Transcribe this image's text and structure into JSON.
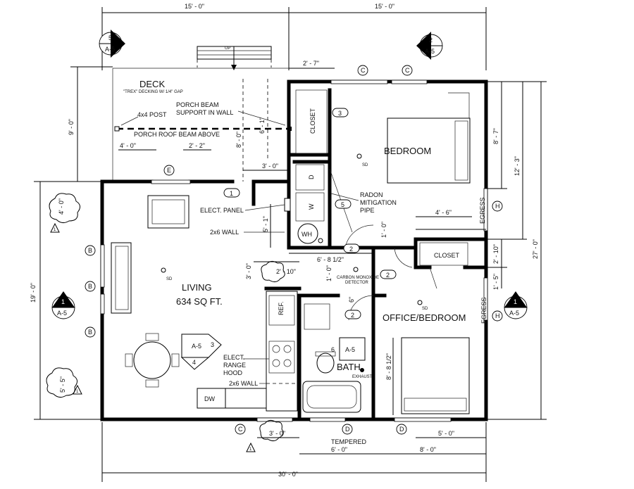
{
  "dimensions": {
    "top_left": "15' - 0\"",
    "top_right": "15' - 0\"",
    "bottom_total": "30' - 0\"",
    "left_total": "19' - 0\"",
    "left_deck": "9' - 0\"",
    "right_total": "27' - 0\"",
    "right_upper": "12' - 3\"",
    "right_bed": "8' - 7\"",
    "right_closet": "2' - 10\"",
    "right_egress_lower": "1' - 5\"",
    "deck_2_7": "2' - 7\"",
    "deck_6_1": "6' - 1\"",
    "deck_8_0": "8' - 0\"",
    "deck_4_0": "4' - 0\"",
    "deck_2_2": "2' - 2\"",
    "deck_3_0": "3' - 0\"",
    "tree_4_0": "4' - 0\"",
    "tree_5_5": "5' - 5\"",
    "elec_5_1": "5' - 1\"",
    "hall_6_8": "6' - 8 1/2\"",
    "hall_1_0a": "1' - 0\"",
    "hall_1_0b": "1' - 0\"",
    "kit_3_0": "3' - 0\"",
    "kit_2_10": "2' - 10\"",
    "bath_6": "6\"",
    "bed_4_6": "4' - 6\"",
    "office_8_8": "8' - 8 1/2\"",
    "bottom_3_0": "3' - 0\"",
    "bottom_6_0": "6' - 0\"",
    "bottom_5_0": "5' - 0\"",
    "bottom_8_0": "8' - 0\""
  },
  "rooms": {
    "deck": "DECK",
    "deck_note": "\"TREX\" DECKING W/ 1/4\" GAP",
    "bedroom": "BEDROOM",
    "living": "LIVING",
    "living_area": "634 SQ FT.",
    "office": "OFFICE/BEDROOM",
    "bath": "BATH",
    "closet_bed": "CLOSET",
    "closet_office": "CLOSET"
  },
  "notes": {
    "up": "UP",
    "post": "4x4 POST",
    "porch_beam_1": "PORCH BEAM",
    "porch_beam_2": "SUPPORT IN WALL",
    "roof_beam": "PORCH ROOF BEAM ABOVE",
    "elec_panel": "ELECT. PANEL",
    "wall_2x6_a": "2x6 WALL",
    "wall_2x6_b": "2x6 WALL",
    "radon_1": "RADON",
    "radon_2": "MITIGATION",
    "radon_3": "PIPE",
    "co_1": "CARBON MONOXIDE",
    "co_2": "DETECTOR",
    "range_1": "ELECT.",
    "range_2": "RANGE",
    "range_3": "HOOD",
    "exhaust": "EXHAUST",
    "tempered": "TEMPERED",
    "egress_1": "EGRESS",
    "egress_2": "EGRESS",
    "sd": "SD",
    "ref": "REF.",
    "dw": "DW",
    "wh": "WH",
    "w": "W",
    "d": "D"
  },
  "section_markers": [
    {
      "num": "5",
      "sheet": "A-5"
    },
    {
      "num": "2",
      "sheet": "A-5"
    },
    {
      "num": "1",
      "sheet": "A-5"
    },
    {
      "num": "1",
      "sheet": "A-5"
    }
  ],
  "interior_elevation": {
    "sheet": "A-5",
    "n1": "3",
    "n2": "4"
  },
  "bath_elevation": {
    "num": "6",
    "sheet": "A-5"
  },
  "window_tags": {
    "b": "B",
    "c": "C",
    "d": "D",
    "e": "E",
    "h": "H"
  },
  "door_tags": {
    "t1": "1",
    "t2": "2",
    "t3": "3",
    "t5": "5"
  },
  "landscape_tag": "1"
}
